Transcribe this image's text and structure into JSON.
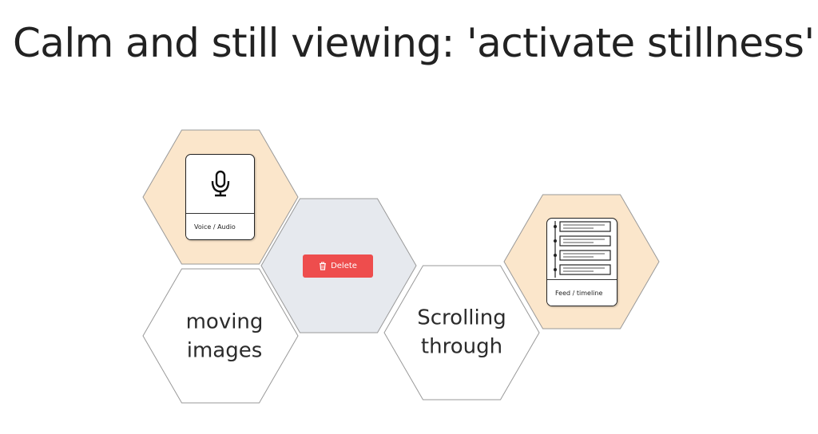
{
  "title": "Calm and still viewing: 'activate stillness'",
  "colors": {
    "orange_fill": "#fbe6cb",
    "selected_fill": "#e6e9ee",
    "white_fill": "#ffffff",
    "hex_stroke": "#999999",
    "delete_red": "#ee4d4d"
  },
  "hexes": [
    {
      "id": "voice",
      "fill": "orange"
    },
    {
      "id": "delete-target",
      "fill": "selected"
    },
    {
      "id": "moving-images",
      "fill": "white",
      "text": "moving\nimages"
    },
    {
      "id": "scrolling",
      "fill": "white",
      "text": "Scrolling\nthrough"
    },
    {
      "id": "feed",
      "fill": "orange"
    }
  ],
  "cards": {
    "voice": {
      "label": "Voice / Audio",
      "icon": "microphone-icon"
    },
    "feed": {
      "label": "Feed / timeline",
      "icon": "timeline-icon"
    }
  },
  "delete_button": {
    "label": "Delete",
    "icon": "trash-icon"
  }
}
